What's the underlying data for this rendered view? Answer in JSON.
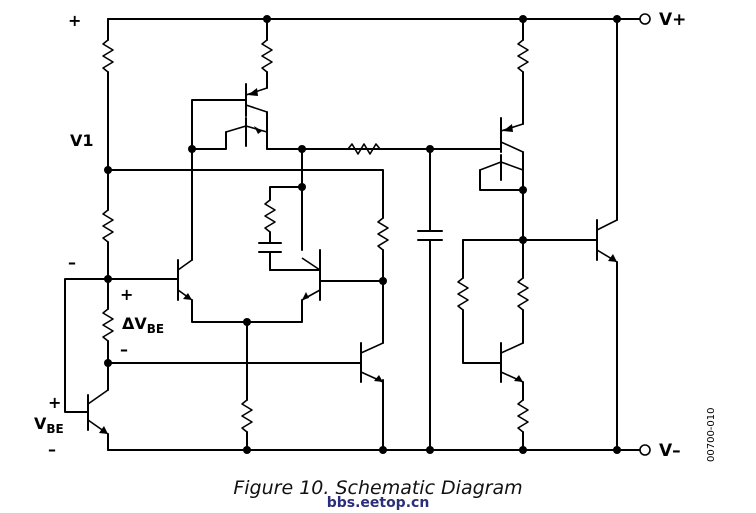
{
  "diagram": {
    "caption": "Figure 10. Schematic Diagram",
    "watermark": "bbs.eetop.cn",
    "figure_code": "00700-010",
    "labels": {
      "plus_top": "+",
      "v1": "V1",
      "minus_v1": "–",
      "plus_dvbe": "+",
      "delta_vbe": "ΔV",
      "delta_vbe_sub": "BE",
      "minus_dvbe": "–",
      "plus_vbe": "+",
      "vbe": "V",
      "vbe_sub": "BE",
      "minus_vbe": "–",
      "v_plus": "V+",
      "v_minus": "V–"
    }
  }
}
